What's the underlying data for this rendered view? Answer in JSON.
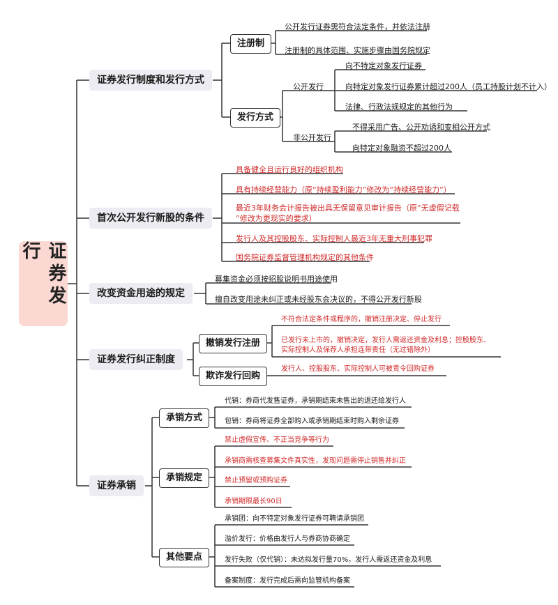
{
  "root": "证券发行",
  "colors": {
    "root_bg": "#fbd9d2",
    "branch_bg": "#ececf2",
    "red": "#d02a2a"
  },
  "b1": {
    "title": "证券发行制度和发行方式",
    "zhuce": {
      "label": "注册制",
      "items": [
        "公开发行证券需符合法定条件，并依法注册",
        "注册制的具体范围、实施步骤由国务院规定"
      ]
    },
    "fangshi": {
      "label": "发行方式",
      "public": {
        "label": "公开发行",
        "items": [
          "向不特定对象发行证券",
          "向特定对象发行证券累计超过200人（员工持股计划不计入）",
          "法律、行政法规规定的其他行为"
        ]
      },
      "private": {
        "label": "非公开发行",
        "items": [
          "不得采用广告、公开劝诱和变相公开方式",
          "向特定对象融资不超过200人"
        ]
      }
    }
  },
  "b2": {
    "title": "首次公开发行新股的条件",
    "items": [
      "具备健全且运行良好的组织机构",
      "具有持续经营能力（原“持续盈利能力”修改为“持续经营能力”）",
      "最近3年财务会计报告被出具无保留意见审计报告（原“无虚假记载",
      "”修改为更现实的要求）",
      "发行人及其控股股东、实际控制人最近3年无重大刑事犯罪",
      "国务院证券监督管理机构规定的其他条件"
    ]
  },
  "b3": {
    "title": "改变资金用途的规定",
    "items": [
      "募集资金必须按招股说明书用途使用",
      "擅自改变用途未纠正或未经股东会决议的，不得公开发行新股"
    ]
  },
  "b4": {
    "title": "证券发行纠正制度",
    "cancel": {
      "label": "撤销发行注册",
      "items": [
        "不符合法定条件或程序的，撤销注册决定、停止发行",
        "已发行未上市的，撤销决定，发行人需返还资金及利息；控股股东、",
        "实际控制人及保荐人承担连带责任（无过错除外）"
      ]
    },
    "fraud": {
      "label": "欺诈发行回购",
      "items": [
        "发行人、控股股东、实际控制人可被责令回购证券"
      ]
    }
  },
  "b5": {
    "title": "证券承销",
    "fangshi": {
      "label": "承销方式",
      "items": [
        "代销：券商代发售证券，承销期结束未售出的退还给发行人",
        "包销：券商将证券全部购入或承销期结束时购入剩余证券"
      ]
    },
    "guiding": {
      "label": "承销规定",
      "items": [
        "禁止虚假宣传、不正当竞争等行为",
        "承销商需核查募集文件真实性，发现问题需停止销售并纠正",
        "禁止预留或预购证券",
        "承销期限最长90日"
      ]
    },
    "qita": {
      "label": "其他要点",
      "items": [
        "承销团：向不特定对象发行证券可聘请承销团",
        "溢价发行：价格由发行人与券商协商确定",
        "发行失败（仅代销）：未达拟发行量70%，发行人需返还资金及利息",
        "备案制度：发行完成后需向监管机构备案"
      ]
    }
  }
}
